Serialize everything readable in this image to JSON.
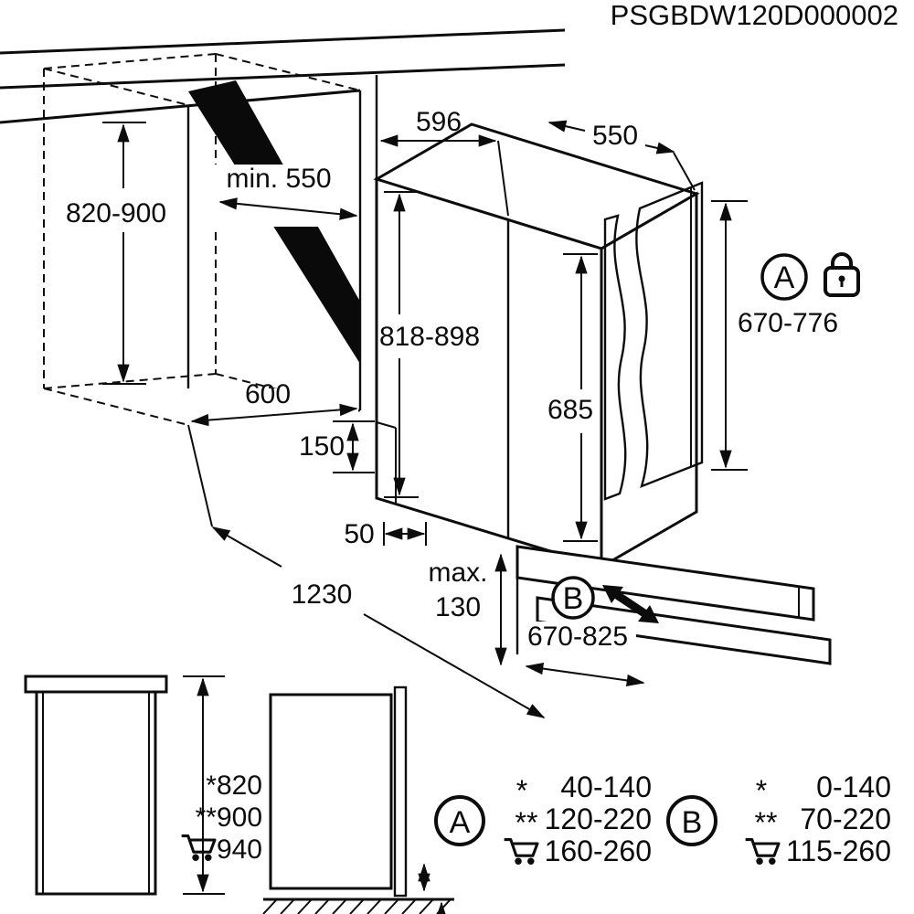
{
  "title": "PSGBDW120D000002",
  "install": {
    "niche_height": "820-900",
    "niche_depth": "min. 550",
    "niche_width": "600",
    "unit_width": "596",
    "unit_depth": "550",
    "unit_height": "818-898",
    "door_height": "685",
    "panel_height": "670-776",
    "plinth_height": "150",
    "plinth_gap": "50",
    "clearance_depth": "1230",
    "recess_label": "max.",
    "recess_value": "130",
    "panel_width": "670-825",
    "marker_a": "A",
    "marker_b": "B"
  },
  "heights": {
    "star": "*820",
    "double_star": "**900",
    "cart": "940"
  },
  "legend_a": {
    "label": "A",
    "star_key": "*",
    "star_value": "40-140",
    "double_star_key": "**",
    "double_star_value": "120-220",
    "cart_value": "160-260"
  },
  "legend_b": {
    "label": "B",
    "star_key": "*",
    "star_value": "0-140",
    "double_star_key": "**",
    "double_star_value": "70-220",
    "cart_value": "115-260"
  }
}
